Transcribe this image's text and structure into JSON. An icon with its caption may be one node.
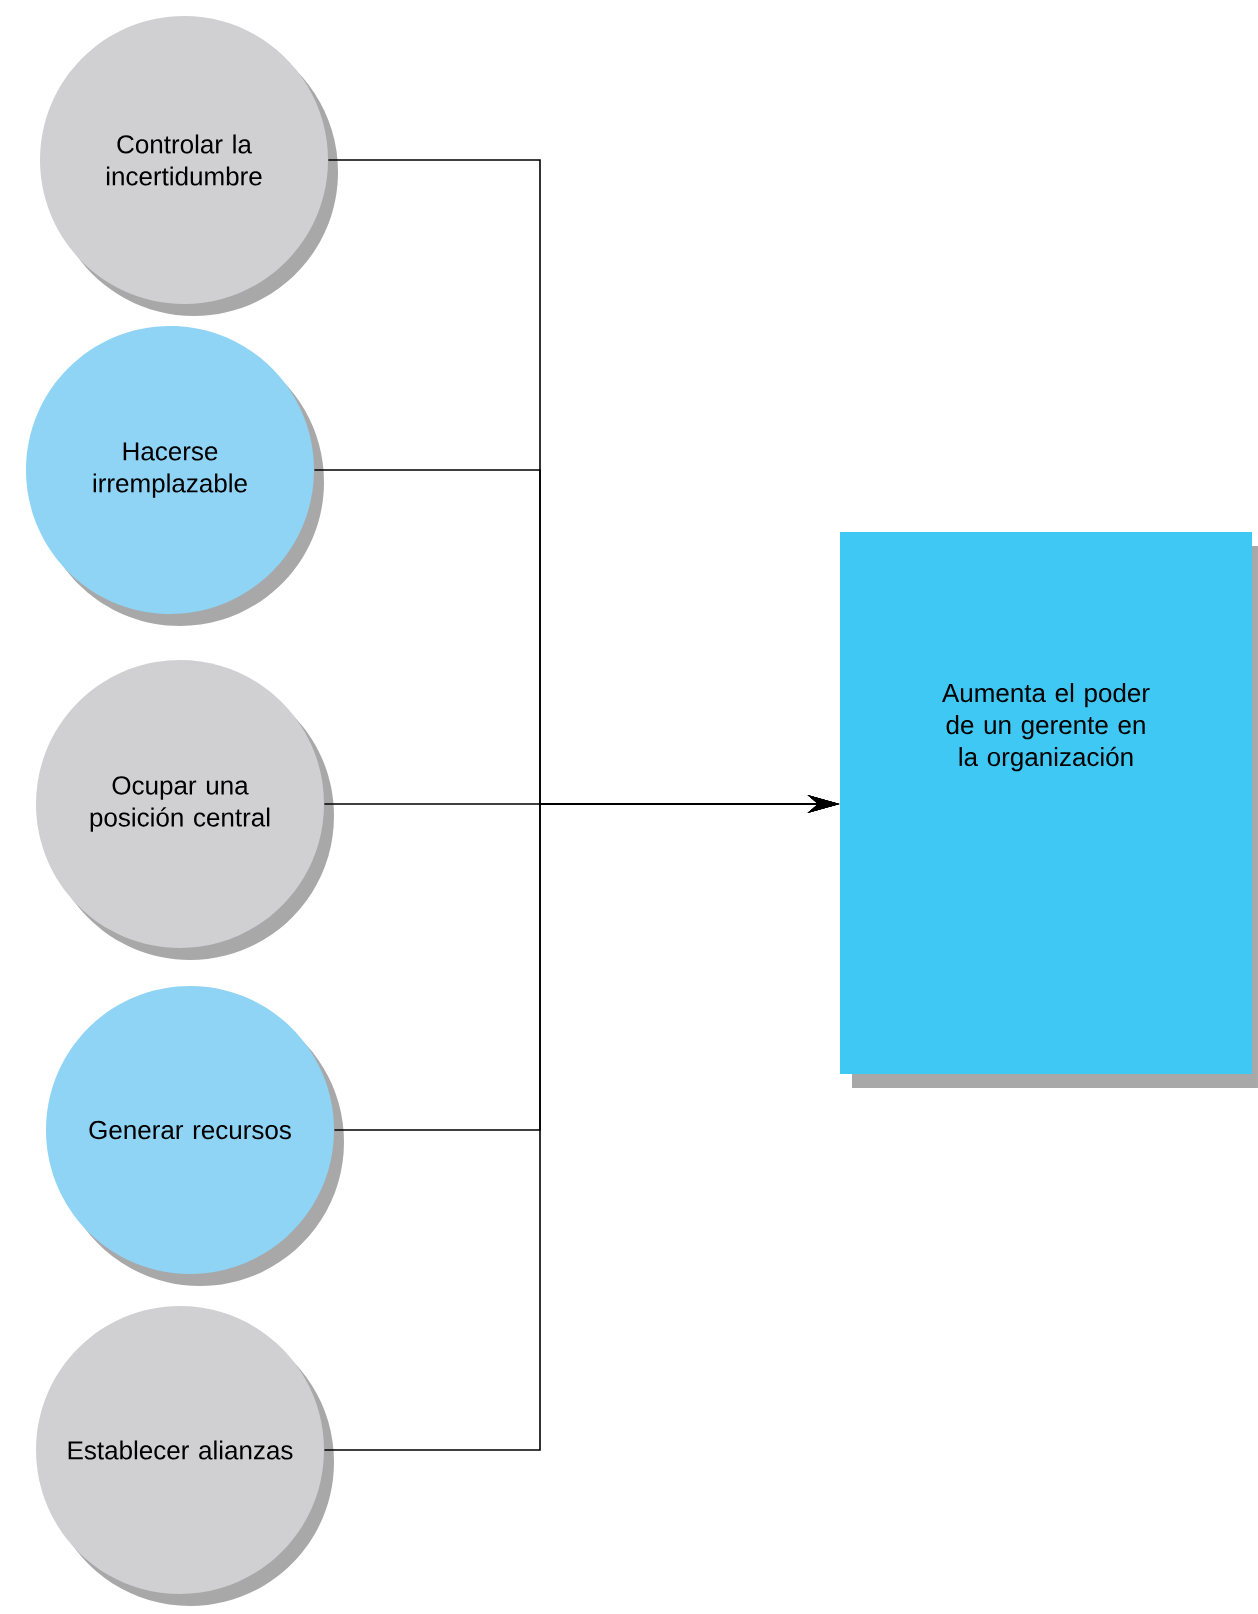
{
  "diagram": {
    "nodes": [
      {
        "text": [
          "Controlar la incertidumbre"
        ]
      },
      {
        "text": [
          "Hacerse irremplazable"
        ]
      },
      {
        "text": [
          "Ocupar una posición central"
        ]
      },
      {
        "text": [
          "Generar recursos"
        ]
      },
      {
        "text": [
          "Establecer alianzas"
        ]
      },
      {
        "text": [
          "Aumenta el poder de un gerente en la organización"
        ]
      }
    ],
    "edges": [
      {
        "from": 0,
        "to": 5,
        "arrow": "to"
      },
      {
        "from": 1,
        "to": 5,
        "arrow": "to"
      },
      {
        "from": 2,
        "to": 5,
        "arrow": "to"
      },
      {
        "from": 3,
        "to": 5,
        "arrow": "to"
      },
      {
        "from": 4,
        "to": 5,
        "arrow": "to"
      }
    ]
  }
}
